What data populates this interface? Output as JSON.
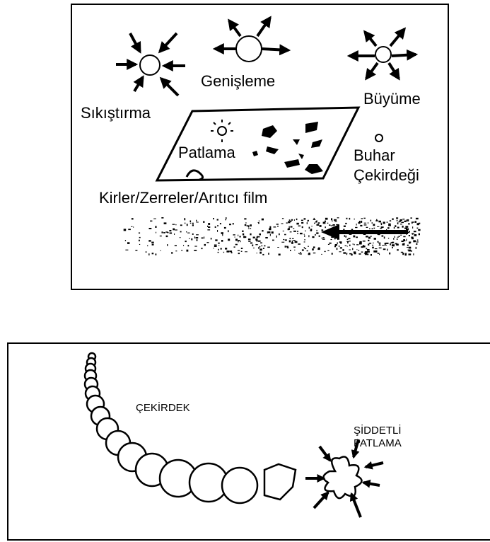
{
  "top_diagram": {
    "labels": {
      "compression": "Sıkıştırma",
      "expansion": "Genişleme",
      "growth": "Büyüme",
      "burst": "Patlama",
      "vapor_line1": "Buhar",
      "vapor_line2": "Çekirdeği",
      "contaminants": "Kirler/Zerreler/Arıtıcı film"
    }
  },
  "bottom_diagram": {
    "labels": {
      "nucleus": "ÇEKİRDEK",
      "violent_line1": "ŞİDDETLİ",
      "violent_line2": "PATLAMA"
    }
  }
}
